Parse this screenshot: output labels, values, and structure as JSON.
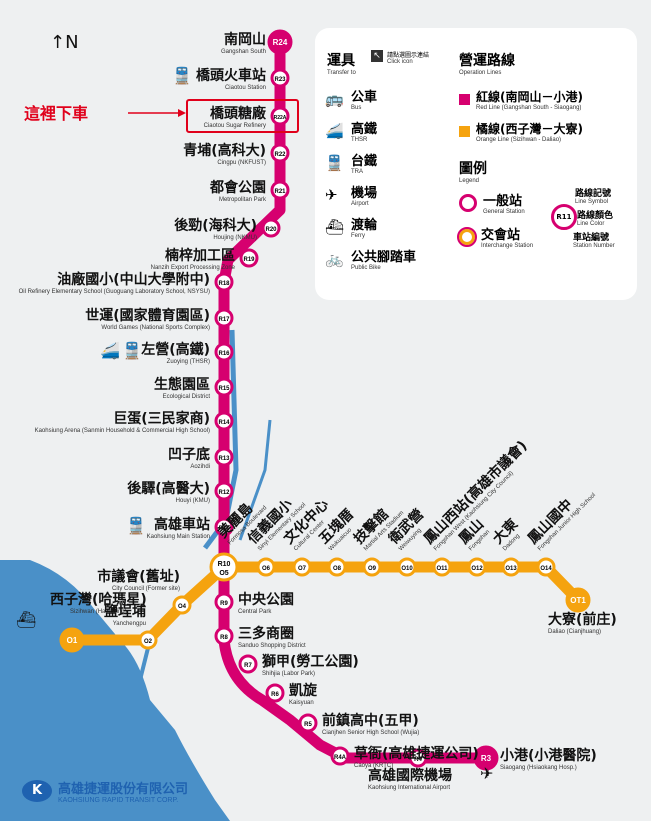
{
  "north_label": "N",
  "callout_text": "這裡下車",
  "colors": {
    "red_line": "#d6006f",
    "orange_line": "#f5a30f",
    "sea": "#4a90c8",
    "background": "#eef0f1"
  },
  "red_stations": [
    {
      "code": "R24",
      "zh": "南岡山",
      "en": "Gangshan South"
    },
    {
      "code": "R23",
      "zh": "橋頭火車站",
      "en": "Ciaotou Station"
    },
    {
      "code": "R22A",
      "zh": "橋頭糖廠",
      "en": "Ciaotou Sugar Refinery"
    },
    {
      "code": "R22",
      "zh": "青埔(高科大)",
      "en": "Cingpu (NKFUST)"
    },
    {
      "code": "R21",
      "zh": "都會公園",
      "en": "Metropolitan Park"
    },
    {
      "code": "R20",
      "zh": "後勁(海科大)",
      "en": "Houjing (NKMU)"
    },
    {
      "code": "R19",
      "zh": "楠梓加工區",
      "en": "Nanzih Export Processing Zone"
    },
    {
      "code": "R18",
      "zh": "油廠國小(中山大學附中)",
      "en": "Oil Refinery Elementary School (Guoguang Laboratory School, NSYSU)"
    },
    {
      "code": "R17",
      "zh": "世運(國家體育園區)",
      "en": "World Games (National Sports Complex)"
    },
    {
      "code": "R16",
      "zh": "左營(高鐵)",
      "en": "Zuoying (THSR)"
    },
    {
      "code": "R15",
      "zh": "生態園區",
      "en": "Ecological District"
    },
    {
      "code": "R14",
      "zh": "巨蛋(三民家商)",
      "en": "Kaohsiung Arena (Sanmin Household & Commercial High School)"
    },
    {
      "code": "R13",
      "zh": "凹子底",
      "en": "Aozihdi"
    },
    {
      "code": "R12",
      "zh": "後驛(高醫大)",
      "en": "Houyi (KMU)"
    },
    {
      "code": "R11",
      "zh": "高雄車站",
      "en": "Kaohsiung Main Station"
    },
    {
      "code": "R9",
      "zh": "中央公園",
      "en": "Central Park"
    },
    {
      "code": "R8",
      "zh": "三多商圈",
      "en": "Sanduo Shopping District"
    },
    {
      "code": "R7",
      "zh": "獅甲(勞工公園)",
      "en": "Shihjia (Labor Park)"
    },
    {
      "code": "R6",
      "zh": "凱旋",
      "en": "Kaisyuan"
    },
    {
      "code": "R5",
      "zh": "前鎮高中(五甲)",
      "en": "Cianjhen Senior High School (Wujia)"
    },
    {
      "code": "R4A",
      "zh": "草衙(高雄捷運公司)",
      "en": "Caoya (KRTC)"
    },
    {
      "code": "R4",
      "zh": "高雄國際機場",
      "en": "Kaohsiung International Airport"
    },
    {
      "code": "R3",
      "zh": "小港(小港醫院)",
      "en": "Siaogang (Hsiaokang Hosp.)"
    }
  ],
  "interchange": {
    "code_red": "R10",
    "code_orange": "O5",
    "zh": "美麗島",
    "en": "Formosa Boulevard"
  },
  "orange_stations": [
    {
      "code": "O1",
      "zh": "西子灣(哈瑪星)",
      "en": "Sizihwan (Hamasing)"
    },
    {
      "code": "O2",
      "zh": "鹽埕埔",
      "en": "Yanchengpu"
    },
    {
      "code": "O4",
      "zh": "市議會(舊址)",
      "en": "City Council (Former site)"
    },
    {
      "code": "O6",
      "zh": "信義國小",
      "en": "Sinyi Elementary School"
    },
    {
      "code": "O7",
      "zh": "文化中心",
      "en": "Cultural Center"
    },
    {
      "code": "O8",
      "zh": "五塊厝",
      "en": "Wukuaicuo"
    },
    {
      "code": "O9",
      "zh": "技擊館",
      "en": "Martial Arts Stadium"
    },
    {
      "code": "O10",
      "zh": "衛武營",
      "en": "Weiwuying"
    },
    {
      "code": "O11",
      "zh": "鳳山西站(高雄市議會)",
      "en": "Fongshan West (Kaohsiung City Council)"
    },
    {
      "code": "O12",
      "zh": "鳳山",
      "en": "Fongshan"
    },
    {
      "code": "O13",
      "zh": "大東",
      "en": "Dadong"
    },
    {
      "code": "O14",
      "zh": "鳳山國中",
      "en": "Fongshan Junior High School"
    },
    {
      "code": "OT1",
      "zh": "大寮(前庄)",
      "en": "Daliao (Cianjhuang)"
    }
  ],
  "legend": {
    "transfer_title": "運具",
    "transfer_sub": "Transfer to",
    "click_zh": "請點選圖示連結",
    "click_en": "Click icon",
    "transfers": [
      {
        "icon": "bus-icon",
        "zh": "公車",
        "en": "Bus"
      },
      {
        "icon": "thsr-icon",
        "zh": "高鐵",
        "en": "THSR"
      },
      {
        "icon": "tra-icon",
        "zh": "台鐵",
        "en": "TRA"
      },
      {
        "icon": "airport-icon",
        "zh": "機場",
        "en": "Airport"
      },
      {
        "icon": "ferry-icon",
        "zh": "渡輪",
        "en": "Ferry"
      },
      {
        "icon": "bike-icon",
        "zh": "公共腳踏車",
        "en": "Public Bike"
      }
    ],
    "lines_title": "營運路線",
    "lines_sub": "Operation Lines",
    "lines": [
      {
        "zh": "紅線(南岡山－小港)",
        "en": "Red Line (Gangshan South - Siaogang)",
        "color": "#d6006f"
      },
      {
        "zh": "橘線(西子灣－大寮)",
        "en": "Orange Line (Sizihwan - Daliao)",
        "color": "#f5a30f"
      }
    ],
    "key_title": "圖例",
    "key_sub": "Legend",
    "general_zh": "一般站",
    "general_en": "General Station",
    "interchange_zh": "交會站",
    "interchange_en": "Interchange Station",
    "sym_code": "R11",
    "sym_line_zh": "路線記號",
    "sym_line_en": "Line Symbol",
    "sym_color_zh": "路線顏色",
    "sym_color_en": "Line Color",
    "sym_num_zh": "車站編號",
    "sym_num_en": "Station Number"
  },
  "company": {
    "zh": "高雄捷運股份有限公司",
    "en": "KAOHSIUNG RAPID TRANSIT CORP."
  }
}
